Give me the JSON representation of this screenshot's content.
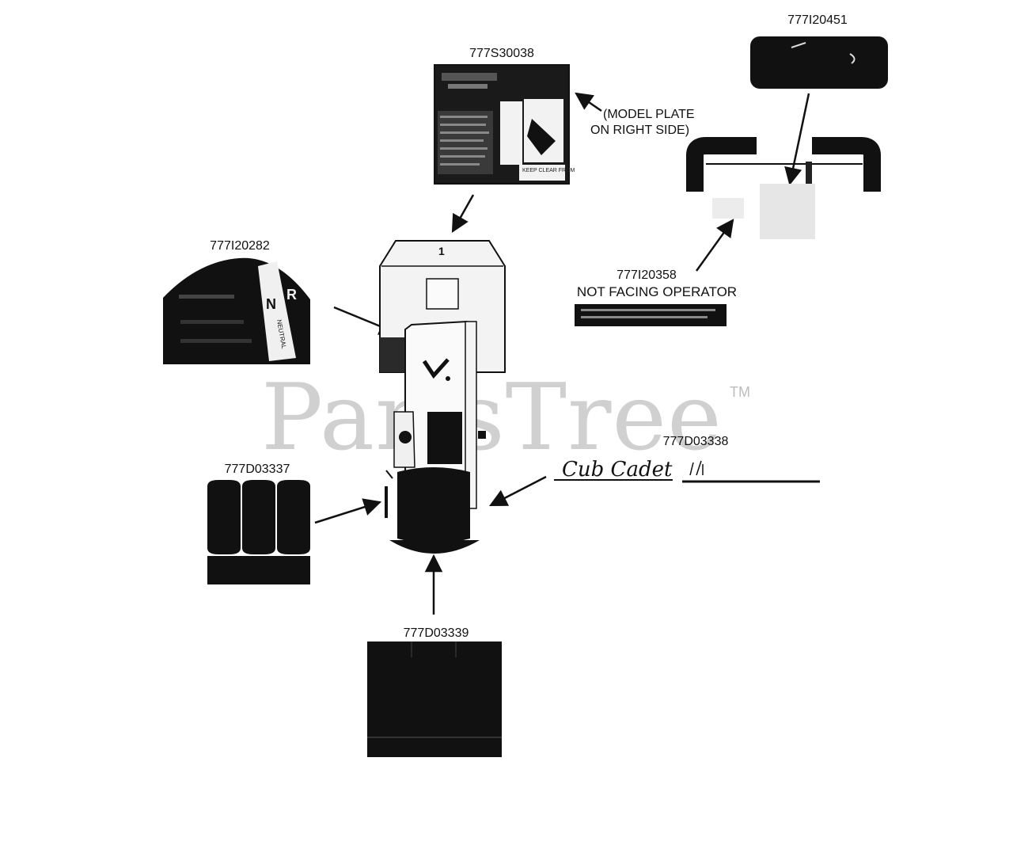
{
  "diagram": {
    "watermark": "PartsTree",
    "trademark": "TM",
    "brand_text": "Cub Cadet",
    "parts": {
      "p777s30038": {
        "label": "777S30038",
        "note_line1": "(MODEL PLATE",
        "note_line2": "ON RIGHT SIDE)",
        "decal_text": "KEEP CLEAR FROM"
      },
      "p777i20451": {
        "label": "777I20451"
      },
      "p777i20282": {
        "label": "777I20282",
        "gear_n": "N",
        "gear_r": "R",
        "gear_word": "NEUTRAL"
      },
      "p777i20358": {
        "label": "777I20358",
        "note": "NOT FACING OPERATOR"
      },
      "p777d03338": {
        "label": "777D03338"
      },
      "p777d03337": {
        "label": "777D03337"
      },
      "p777d03339": {
        "label": "777D03339"
      }
    },
    "housing_number": "1"
  }
}
